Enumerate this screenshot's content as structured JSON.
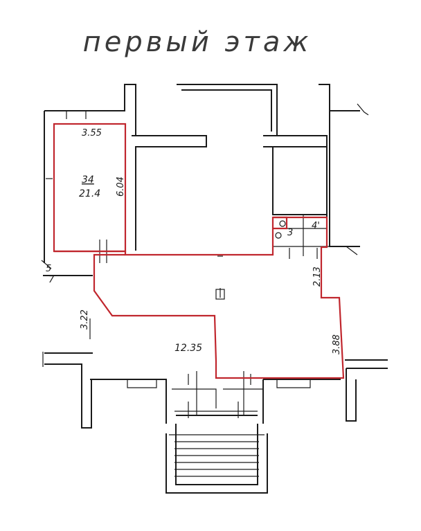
{
  "title": "первый этаж",
  "rooms": [
    {
      "number": "34",
      "area": "21.4",
      "width": "3.55",
      "length": "6.04"
    },
    {
      "number": "3"
    },
    {
      "number": "4'"
    }
  ],
  "main_hall": {
    "area": "12.35"
  },
  "dimensions": [
    "3.22",
    "2.13",
    "3.88",
    "5",
    "7"
  ]
}
